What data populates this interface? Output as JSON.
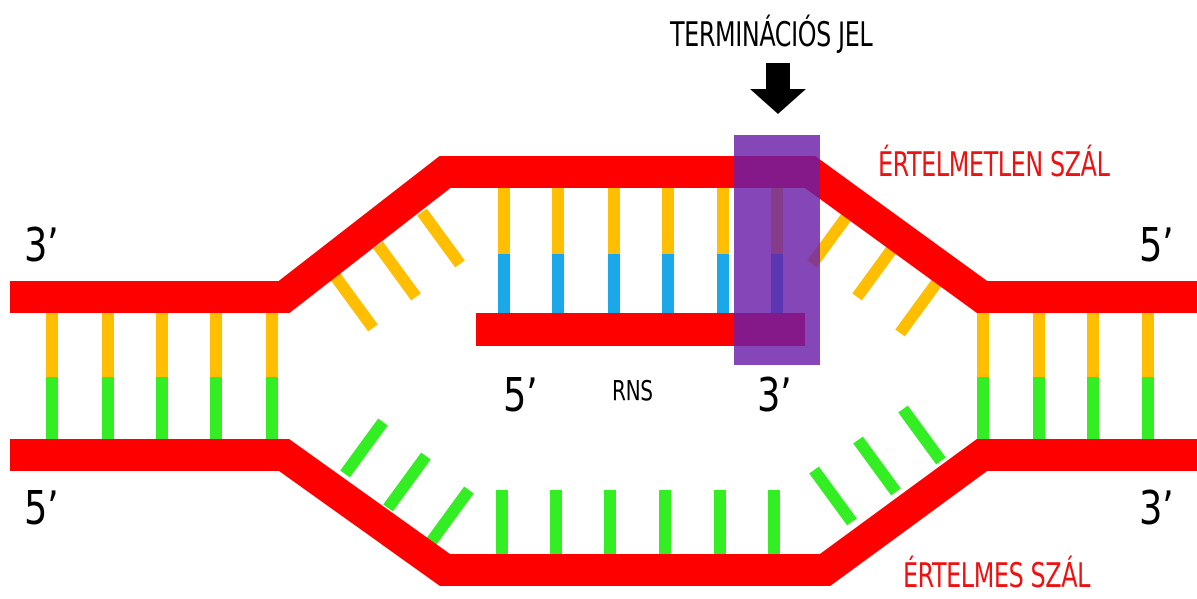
{
  "labels": {
    "termination_signal": "TERMINÁCIÓS JEL",
    "antisense_strand": "ÉRTELMETLEN SZÁL",
    "sense_strand": "ÉRTELMES SZÁL",
    "rna": "RNS",
    "top_left_end": "3’",
    "bottom_left_end": "5’",
    "top_right_end": "5’",
    "bottom_right_end": "3’",
    "rna_start_end": "5’",
    "rna_growing_end": "3’"
  },
  "colors": {
    "strand": "#ff0000",
    "template_base": "#ffbf00",
    "coding_base": "#33ee22",
    "rna_base": "#1aa8e8",
    "terminator_box": "#7b2fa8",
    "strand_label": "#ee1111",
    "arrow": "#000000"
  },
  "icons": {
    "termination_arrow": "down-arrow-icon"
  }
}
